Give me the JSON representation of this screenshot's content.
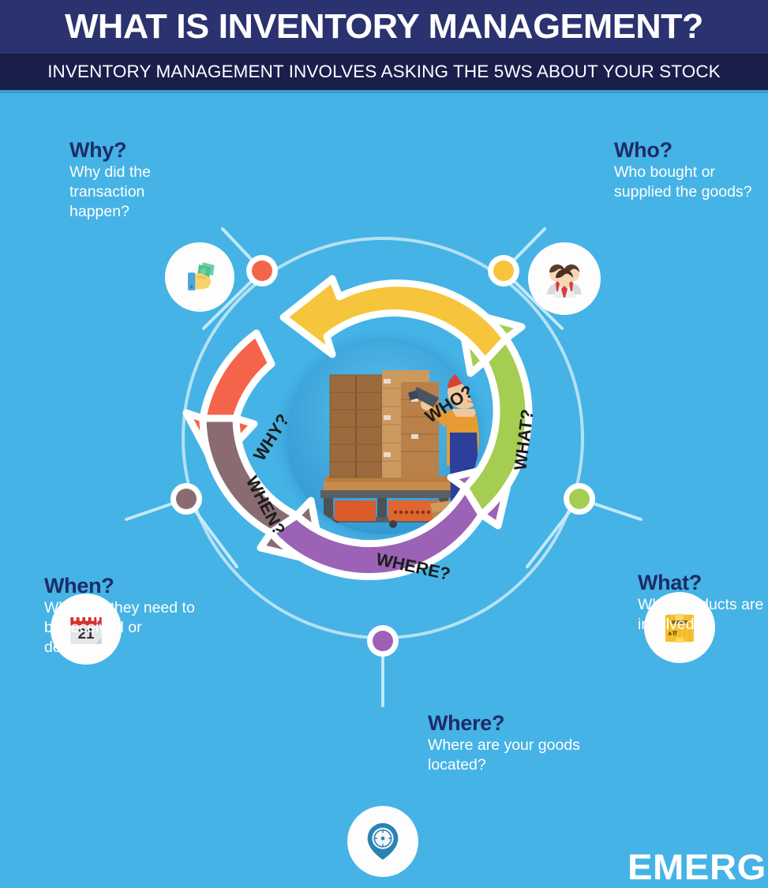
{
  "header": {
    "title": "WHAT IS INVENTORY MANAGEMENT?",
    "subtitle": "INVENTORY MANAGEMENT INVOLVES ASKING THE 5WS ABOUT YOUR STOCK",
    "title_bg": "#2b3270",
    "subtitle_bg": "#191e4b"
  },
  "background_color": "#45b3e5",
  "blocks": {
    "why": {
      "heading": "Why?",
      "body": "Why did the transaction happen?",
      "color": "#f4644a",
      "icon": "hand-holding-money-icon"
    },
    "who": {
      "heading": "Who?",
      "body": "Who bought or supplied the goods?",
      "color": "#f6c53c",
      "icon": "three-people-icon"
    },
    "what": {
      "heading": "What?",
      "body": "What products are involved?",
      "color": "#a5cd52",
      "icon": "package-box-icon"
    },
    "where": {
      "heading": "Where?",
      "body": "Where are your goods located?",
      "color": "#9b62b5",
      "icon": "map-pin-compass-icon"
    },
    "when": {
      "heading": "When?",
      "body": "When do they need to be received or delivered?",
      "color": "#8a6b72",
      "icon": "calendar-icon"
    }
  },
  "calendar": {
    "day": "21"
  },
  "ring": {
    "arrows": [
      {
        "label": "WHY?",
        "color": "#f4644a"
      },
      {
        "label": "WHO?",
        "color": "#f6c53c"
      },
      {
        "label": "WHAT?",
        "color": "#a5cd52"
      },
      {
        "label": "WHERE?",
        "color": "#9b62b5"
      },
      {
        "label": "WHEN?",
        "color": "#8a6b72"
      }
    ],
    "center_illustration": "warehouse-worker-scanning-boxes"
  },
  "logo": {
    "text": "EMERGE"
  }
}
